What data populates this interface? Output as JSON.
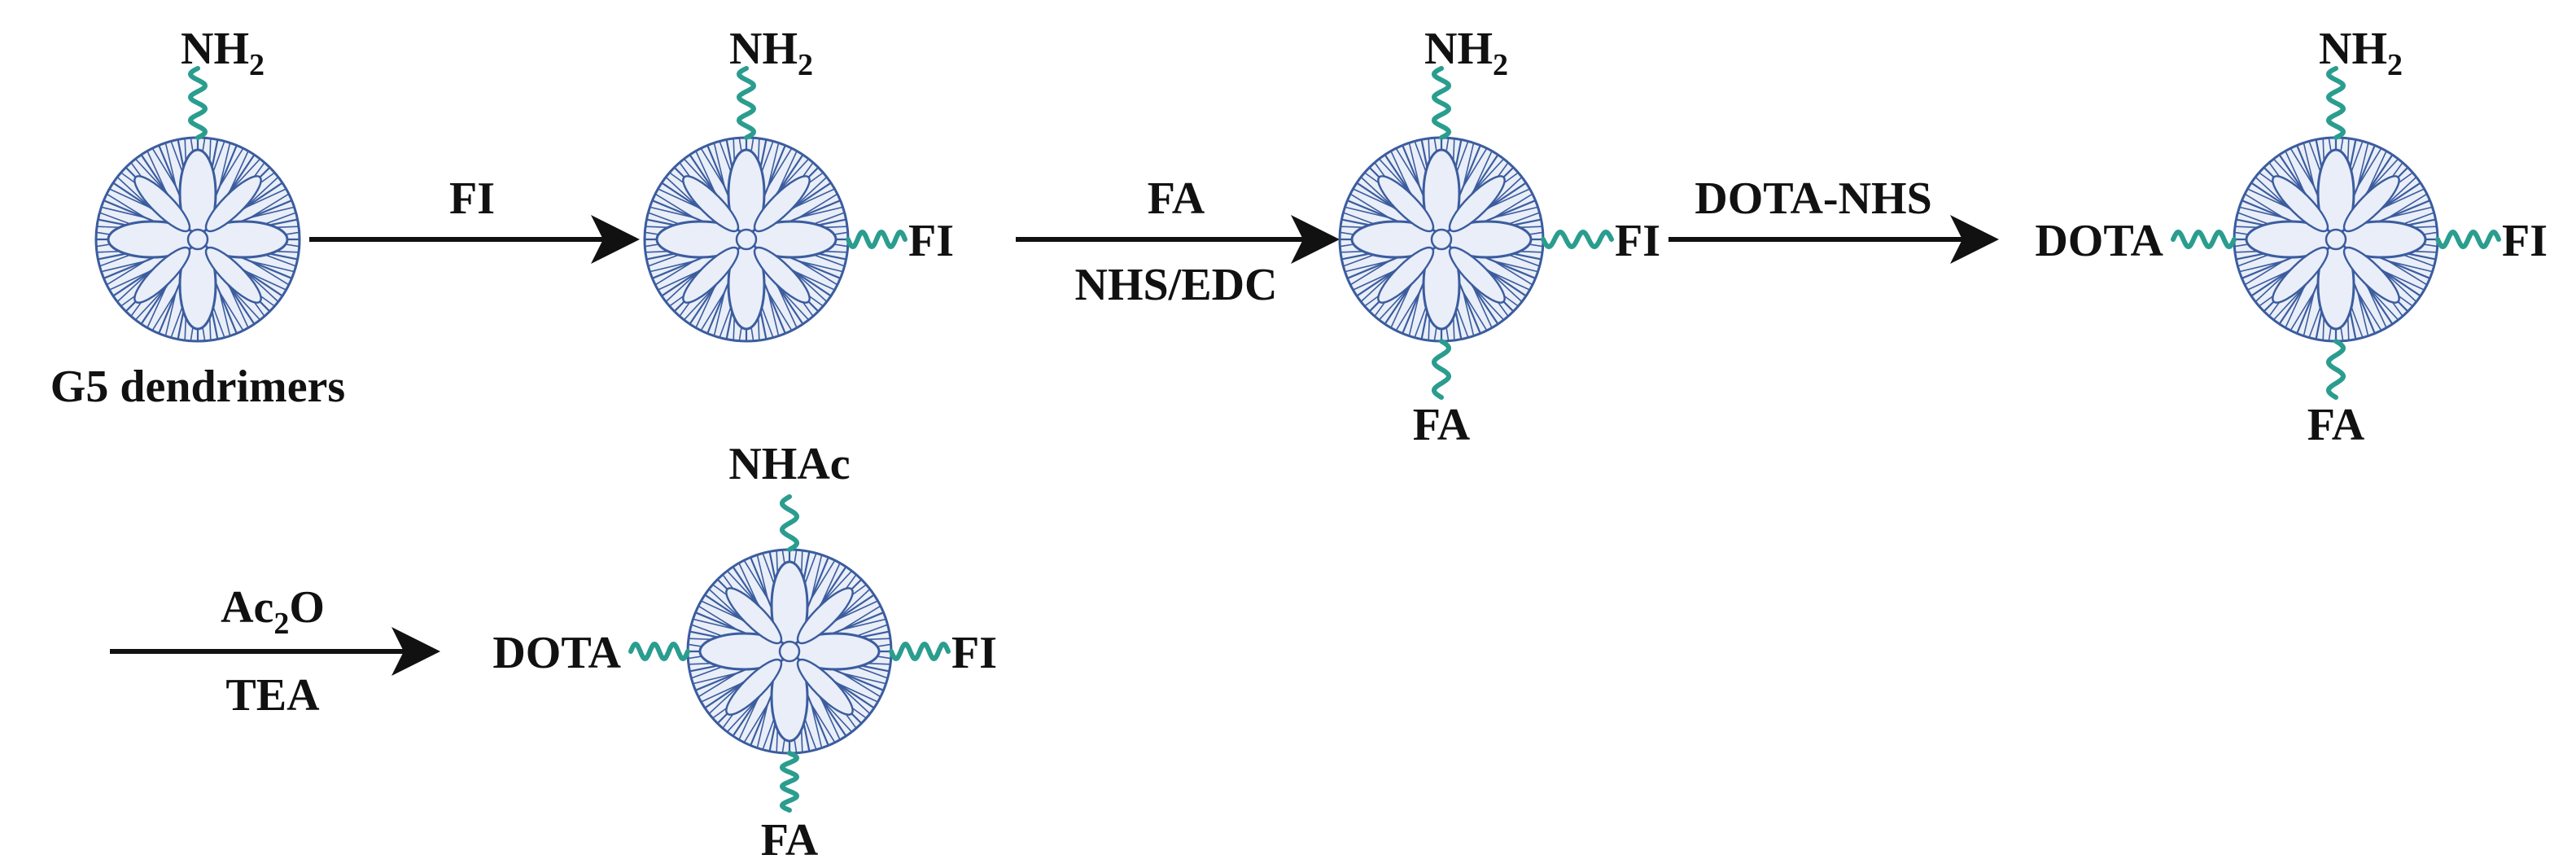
{
  "colors": {
    "sphere_fill": "#e9eef8",
    "sphere_lines": "#3b5c9e",
    "linker": "#2a9d8f",
    "text": "#111111",
    "arrow": "#111111"
  },
  "dendrimers": {
    "d1": {
      "top": {
        "main": "NH",
        "sub": "2"
      },
      "bottom": "G5 dendrimers"
    },
    "d2": {
      "top": {
        "main": "NH",
        "sub": "2"
      },
      "right": "FI"
    },
    "d3": {
      "top": {
        "main": "NH",
        "sub": "2"
      },
      "right": "FI",
      "bottom": "FA"
    },
    "d4": {
      "top": {
        "main": "NH",
        "sub": "2"
      },
      "left": "DOTA",
      "right": "FI",
      "bottom": "FA"
    },
    "d5": {
      "top": "NHAc",
      "left": "DOTA",
      "right": "FI",
      "bottom": "FA"
    }
  },
  "arrows": {
    "a1": {
      "above": "FI"
    },
    "a2": {
      "above": "FA",
      "below": "NHS/EDC"
    },
    "a3": {
      "above": "DOTA-NHS"
    },
    "a4": {
      "above": {
        "main": "Ac",
        "sub": "2",
        "rest": "O"
      },
      "below": "TEA"
    }
  }
}
